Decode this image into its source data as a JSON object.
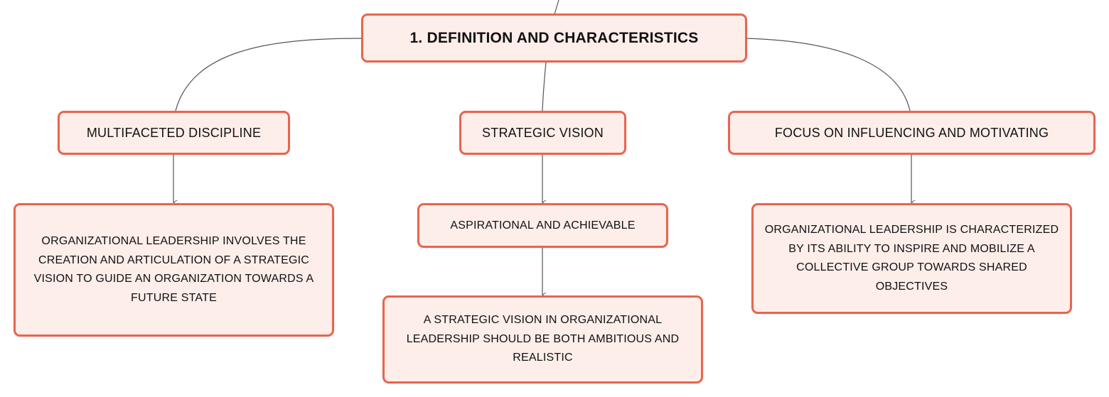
{
  "diagram": {
    "root": {
      "label": "1. DEFINITION AND CHARACTERISTICS"
    },
    "topics": [
      {
        "label": "MULTIFACETED DISCIPLINE",
        "detail": "ORGANIZATIONAL LEADERSHIP INVOLVES THE CREATION AND ARTICULATION OF A STRATEGIC VISION TO GUIDE AN ORGANIZATION TOWARDS A FUTURE STATE"
      },
      {
        "label": "STRATEGIC VISION",
        "sub": "ASPIRATIONAL AND ACHIEVABLE",
        "detail": "A STRATEGIC VISION IN ORGANIZATIONAL LEADERSHIP SHOULD BE BOTH AMBITIOUS AND REALISTIC"
      },
      {
        "label": "FOCUS ON INFLUENCING AND MOTIVATING",
        "detail": "ORGANIZATIONAL LEADERSHIP IS CHARACTERIZED BY ITS ABILITY TO INSPIRE AND MOBILIZE A COLLECTIVE GROUP TOWARDS SHARED OBJECTIVES"
      }
    ],
    "colors": {
      "node_border": "#e8654f",
      "node_fill": "#fdeeea",
      "connector": "#555555",
      "text": "#111111"
    }
  }
}
